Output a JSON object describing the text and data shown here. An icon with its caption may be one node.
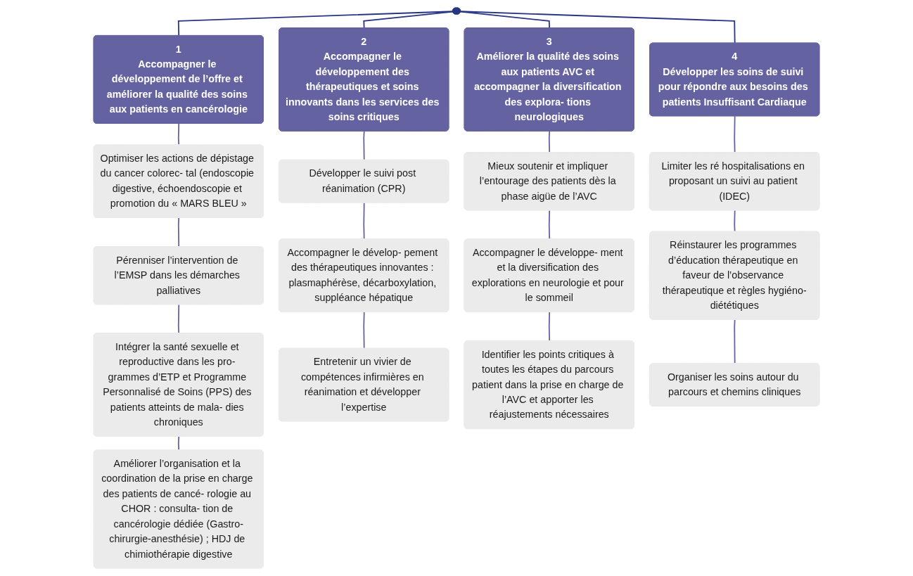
{
  "diagram": {
    "nodes": [
      {
        "text": [],
        "shape": "bar"
      },
      {
        "text": [
          "1",
          "Accompagner le développement de l’offre et améliorer la qualité des soins aux patients en cancérologie"
        ]
      },
      {
        "text": [
          "Optimiser les actions de dépistage du cancer colorec- tal (endoscopie digestive, échoendoscopie et promotion du « MARS BLEU »"
        ]
      },
      {
        "text": [
          "Pérenniser l’intervention de l’EMSP dans les démarches palliatives"
        ]
      },
      {
        "text": [
          "Intégrer la santé sexuelle et reproductive dans les pro- grammes d’ETP et Programme Personnalisé de Soins (PPS) des patients atteints de mala- dies chroniques"
        ]
      },
      {
        "text": [
          "Améliorer l’organisation et la coordination de la prise en charge des patients de cancé- rologie au CHOR : consulta- tion de cancérologie dédiée (Gastro-chirurgie-anesthésie) ; HDJ de chimiothérapie digestive"
        ]
      },
      {
        "text": [
          "2",
          "Accompagner le développement des thérapeutiques et soins innovants dans les services des soins critiques"
        ]
      },
      {
        "text": [
          "Développer le suivi post réanimation (CPR)"
        ]
      },
      {
        "text": [
          "Accompagner le dévelop- pement des thérapeutiques innovantes : plasmaphérèse, décarboxylation, suppléance hépatique"
        ]
      },
      {
        "text": [
          "Entretenir un vivier de compétences infirmières en réanimation et développer l’expertise"
        ]
      },
      {
        "text": [
          "3",
          "Améliorer la qualité des soins aux patients AVC et accompagner la diversification des explora- tions neurologiques"
        ]
      },
      {
        "text": [
          "Mieux soutenir et impliquer l’entourage des patients dès la phase aigüe de l’AVC"
        ]
      },
      {
        "text": [
          "Accompagner le développe- ment et la diversification des explorations en neurologie et pour le sommeil"
        ]
      },
      {
        "text": [
          "Identifier les points critiques à toutes les étapes du parcours patient dans la prise en charge de l’AVC et apporter les réajustements nécessaires"
        ]
      },
      {
        "text": [
          "4",
          "Développer les soins de suivi pour répondre aux besoins des patients Insuffisant Cardiaque"
        ]
      },
      {
        "text": [
          "Limiter les ré hospitalisations en proposant un suivi au patient (IDEC)"
        ]
      },
      {
        "text": [
          "Réinstaurer les programmes d’éducation thérapeutique en faveur de l’observance thérapeutique et règles hygiéno-diététiques"
        ]
      },
      {
        "text": [
          "Organiser les soins autour du parcours et chemins cliniques"
        ]
      }
    ],
    "edges": [
      {
        "from": 0,
        "to": 1,
        "arrow": "none",
        "color": "#283583"
      },
      {
        "from": 0,
        "to": 6,
        "arrow": "none",
        "color": "#283583"
      },
      {
        "from": 0,
        "to": 10,
        "arrow": "none",
        "color": "#283583"
      },
      {
        "from": 0,
        "to": 14,
        "arrow": "none",
        "color": "#283583"
      },
      {
        "from": 1,
        "to": 2,
        "arrow": "none"
      },
      {
        "from": 2,
        "to": 3,
        "arrow": "none"
      },
      {
        "from": 3,
        "to": 4,
        "arrow": "none"
      },
      {
        "from": 4,
        "to": 5,
        "arrow": "none"
      },
      {
        "from": 6,
        "to": 7,
        "arrow": "none"
      },
      {
        "from": 7,
        "to": 8,
        "arrow": "none"
      },
      {
        "from": 8,
        "to": 9,
        "arrow": "none"
      },
      {
        "from": 10,
        "to": 11,
        "arrow": "none"
      },
      {
        "from": 11,
        "to": 12,
        "arrow": "none"
      },
      {
        "from": 12,
        "to": 13,
        "arrow": "none"
      },
      {
        "from": 14,
        "to": 15,
        "arrow": "none"
      },
      {
        "from": 15,
        "to": 16,
        "arrow": "none"
      },
      {
        "from": 16,
        "to": 17,
        "arrow": "none"
      }
    ]
  }
}
